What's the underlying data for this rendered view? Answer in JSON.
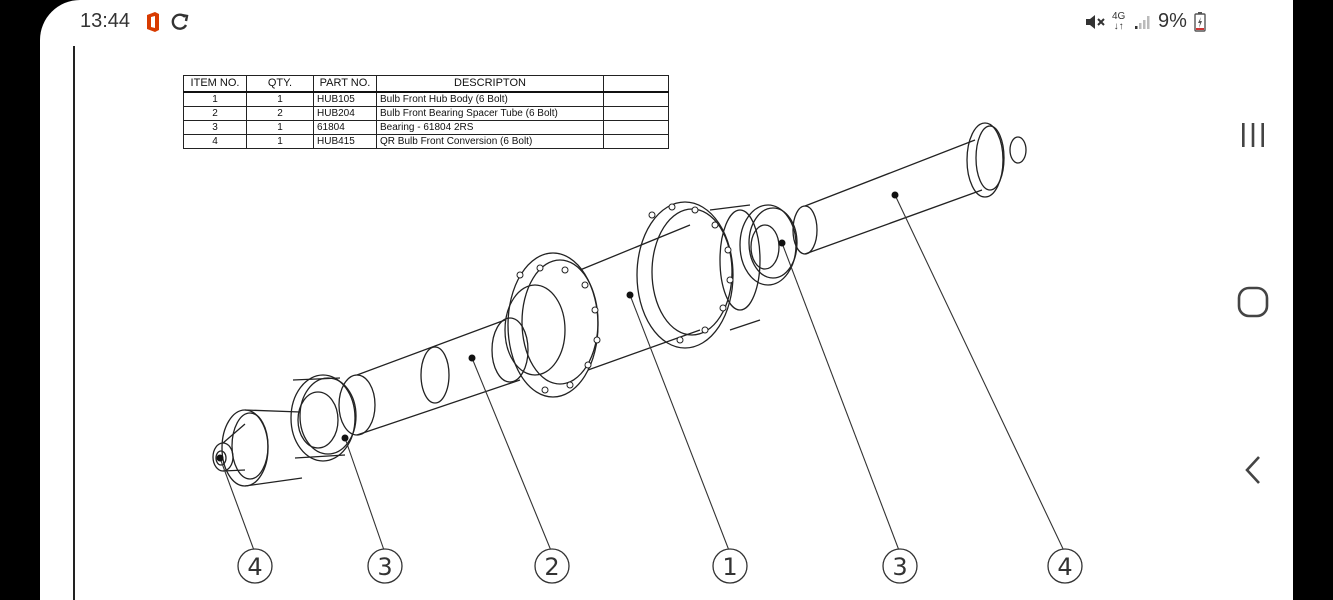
{
  "status_bar": {
    "time": "13:44",
    "network": "4G",
    "battery": "9%"
  },
  "bom_table": {
    "headers": [
      "ITEM NO.",
      "QTY.",
      "PART NO.",
      "DESCRIPTON",
      ""
    ],
    "rows": [
      {
        "item": "1",
        "qty": "1",
        "part": "HUB105",
        "desc": "Bulb Front Hub Body (6 Bolt)"
      },
      {
        "item": "2",
        "qty": "2",
        "part": "HUB204",
        "desc": "Bulb Front Bearing Spacer Tube (6 Bolt)"
      },
      {
        "item": "3",
        "qty": "1",
        "part": "61804",
        "desc": "Bearing - 61804 2RS"
      },
      {
        "item": "4",
        "qty": "1",
        "part": "HUB415",
        "desc": "QR Bulb Front Conversion (6 Bolt)"
      }
    ]
  },
  "balloons": [
    "4",
    "3",
    "2",
    "1",
    "3",
    "4"
  ],
  "icons": {
    "office": "office-icon",
    "sync": "sync-icon",
    "mute": "mute-icon",
    "signal": "signal-icon",
    "battery": "battery-charging-icon",
    "recents": "recents-icon",
    "home": "home-icon",
    "back": "back-icon"
  }
}
